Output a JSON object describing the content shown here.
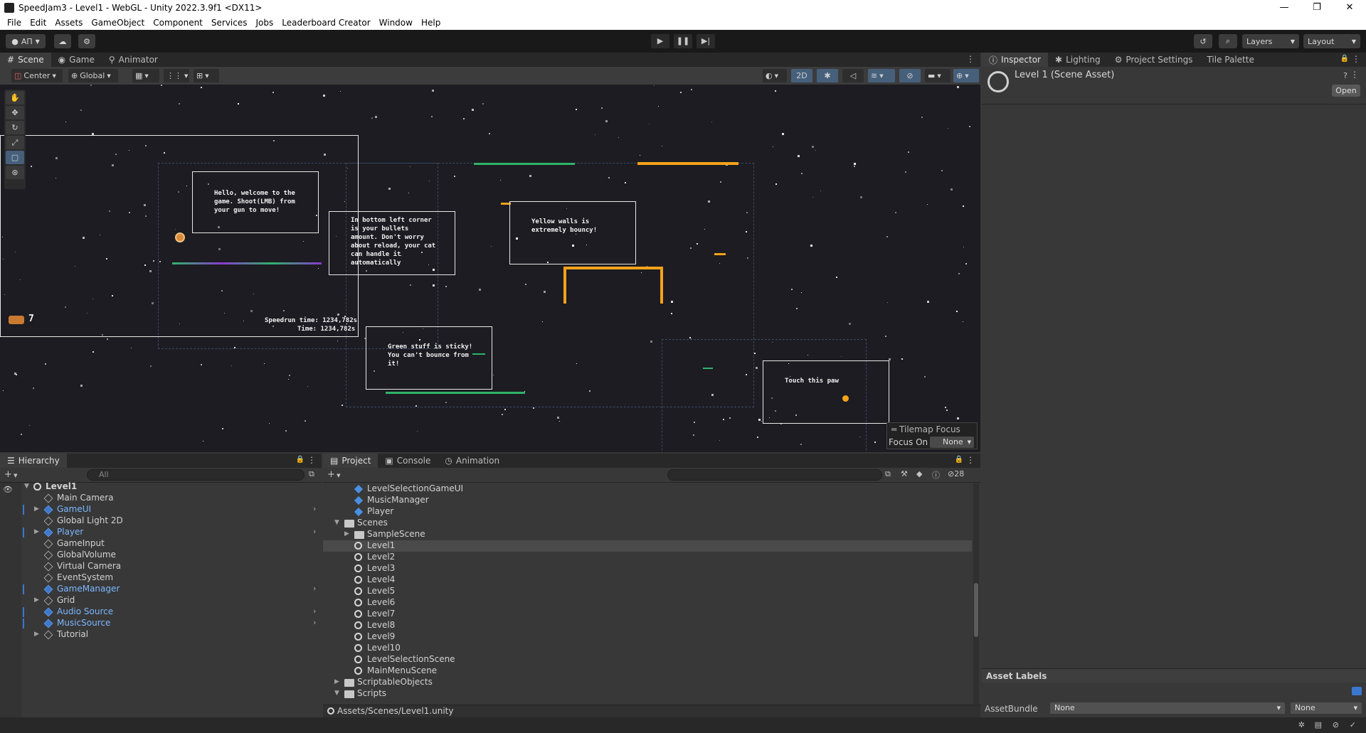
{
  "window": {
    "title": "SpeedJam3 - Level1 - WebGL - Unity 2022.3.9f1 <DX11>",
    "controls": [
      "—",
      "❐",
      "✕"
    ]
  },
  "menu": [
    "File",
    "Edit",
    "Assets",
    "GameObject",
    "Component",
    "Services",
    "Jobs",
    "Leaderboard Creator",
    "Window",
    "Help"
  ],
  "toolbar": {
    "account_label": "АП",
    "layers_label": "Layers",
    "layout_label": "Layout"
  },
  "scene_panel": {
    "tabs": [
      "Scene",
      "Game",
      "Animator"
    ],
    "pivot_label": "Center",
    "space_label": "Global",
    "mode_2d": "2D",
    "tilemap_focus": "Tilemap Focus",
    "focus_on_label": "Focus On",
    "focus_on_value": "None"
  },
  "scene_texts": {
    "welcome": "Hello, welcome to the\ngame. Shoot(LMB) from\nyour gun to move!",
    "bullets": "In bottom left corner\nis your bullets\namount. Don't worry\nabout reload, your cat\ncan handle it\nautomatically",
    "yellow": "Yellow walls is\nextremely bouncy!",
    "green": "Green stuff is sticky!\nYou can't bounce from\nit!",
    "paw": "Touch this paw",
    "ammo": "7",
    "speedrun": "Speedrun time: 1234,782s",
    "time": "Time: 1234,782s"
  },
  "inspector": {
    "tabs": [
      "Inspector",
      "Lighting",
      "Project Settings",
      "Tile Palette"
    ],
    "asset_title": "Level 1 (Scene Asset)",
    "open_button": "Open",
    "asset_labels": "Asset Labels",
    "assetbundle_label": "AssetBundle",
    "assetbundle_value": "None",
    "assetbundle_variant": "None"
  },
  "hierarchy": {
    "tab": "Hierarchy",
    "search_placeholder": "All",
    "root": "Level1",
    "items": [
      {
        "label": "Main Camera",
        "prefab": false,
        "arrow": false
      },
      {
        "label": "GameUI",
        "prefab": true,
        "arrow": true
      },
      {
        "label": "Global Light 2D",
        "prefab": false,
        "arrow": false
      },
      {
        "label": "Player",
        "prefab": true,
        "arrow": true
      },
      {
        "label": "GameInput",
        "prefab": false,
        "arrow": false
      },
      {
        "label": "GlobalVolume",
        "prefab": false,
        "arrow": false
      },
      {
        "label": "Virtual Camera",
        "prefab": false,
        "arrow": false
      },
      {
        "label": "EventSystem",
        "prefab": false,
        "arrow": false
      },
      {
        "label": "GameManager",
        "prefab": true,
        "arrow": false
      },
      {
        "label": "Grid",
        "prefab": false,
        "arrow": true
      },
      {
        "label": "Audio Source",
        "prefab": true,
        "arrow": false
      },
      {
        "label": "MusicSource",
        "prefab": true,
        "arrow": false
      },
      {
        "label": "Tutorial",
        "prefab": false,
        "arrow": true
      }
    ]
  },
  "project": {
    "tabs": [
      "Project",
      "Console",
      "Animation"
    ],
    "hidden_count": "28",
    "items": [
      {
        "label": "LevelSelectionGameUI",
        "kind": "prefab",
        "indent": 2
      },
      {
        "label": "MusicManager",
        "kind": "prefab",
        "indent": 2
      },
      {
        "label": "Player",
        "kind": "prefab",
        "indent": 2
      },
      {
        "label": "Scenes",
        "kind": "folder-open",
        "indent": 1
      },
      {
        "label": "SampleScene",
        "kind": "folder",
        "indent": 2
      },
      {
        "label": "Level1",
        "kind": "scene",
        "indent": 2,
        "selected": true
      },
      {
        "label": "Level2",
        "kind": "scene",
        "indent": 2
      },
      {
        "label": "Level3",
        "kind": "scene",
        "indent": 2
      },
      {
        "label": "Level4",
        "kind": "scene",
        "indent": 2
      },
      {
        "label": "Level5",
        "kind": "scene",
        "indent": 2
      },
      {
        "label": "Level6",
        "kind": "scene",
        "indent": 2
      },
      {
        "label": "Level7",
        "kind": "scene",
        "indent": 2
      },
      {
        "label": "Level8",
        "kind": "scene",
        "indent": 2
      },
      {
        "label": "Level9",
        "kind": "scene",
        "indent": 2
      },
      {
        "label": "Level10",
        "kind": "scene",
        "indent": 2
      },
      {
        "label": "LevelSelectionScene",
        "kind": "scene",
        "indent": 2
      },
      {
        "label": "MainMenuScene",
        "kind": "scene",
        "indent": 2
      },
      {
        "label": "ScriptableObjects",
        "kind": "folder",
        "indent": 1
      },
      {
        "label": "Scripts",
        "kind": "folder-open",
        "indent": 1
      }
    ],
    "path": "Assets/Scenes/Level1.unity"
  }
}
